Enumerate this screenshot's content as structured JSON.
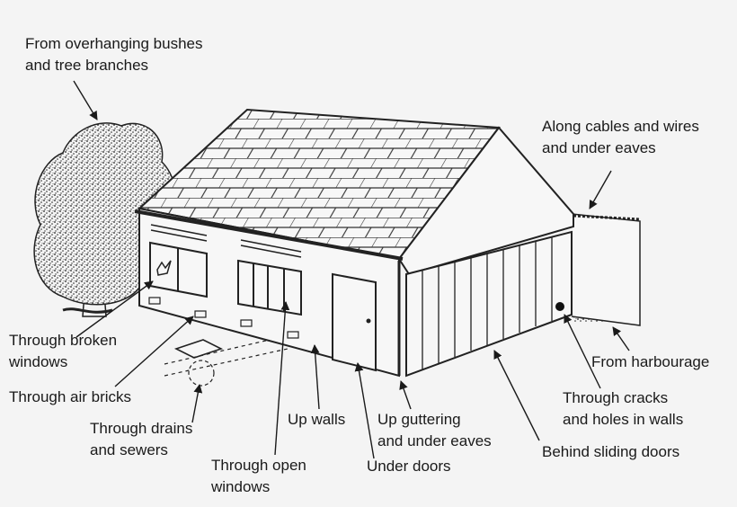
{
  "labels": {
    "bushes": [
      "From overhanging bushes",
      "and tree branches"
    ],
    "cables": [
      "Along cables and wires",
      "and under eaves"
    ],
    "harbourage": [
      "From harbourage"
    ],
    "cracks": [
      "Through cracks",
      "and holes in walls"
    ],
    "sliding_doors": [
      "Behind sliding doors"
    ],
    "guttering": [
      "Up guttering",
      "and under eaves"
    ],
    "under_doors": [
      "Under doors"
    ],
    "up_walls": [
      "Up walls"
    ],
    "open_windows": [
      "Through open",
      "windows"
    ],
    "drains": [
      "Through drains",
      "and sewers"
    ],
    "air_bricks": [
      "Through air bricks"
    ],
    "broken_windows": [
      "Through broken",
      "windows"
    ]
  },
  "colors": {
    "ink": "#1a1a1a",
    "background": "#f4f4f4",
    "wall": "#f7f7f7"
  }
}
